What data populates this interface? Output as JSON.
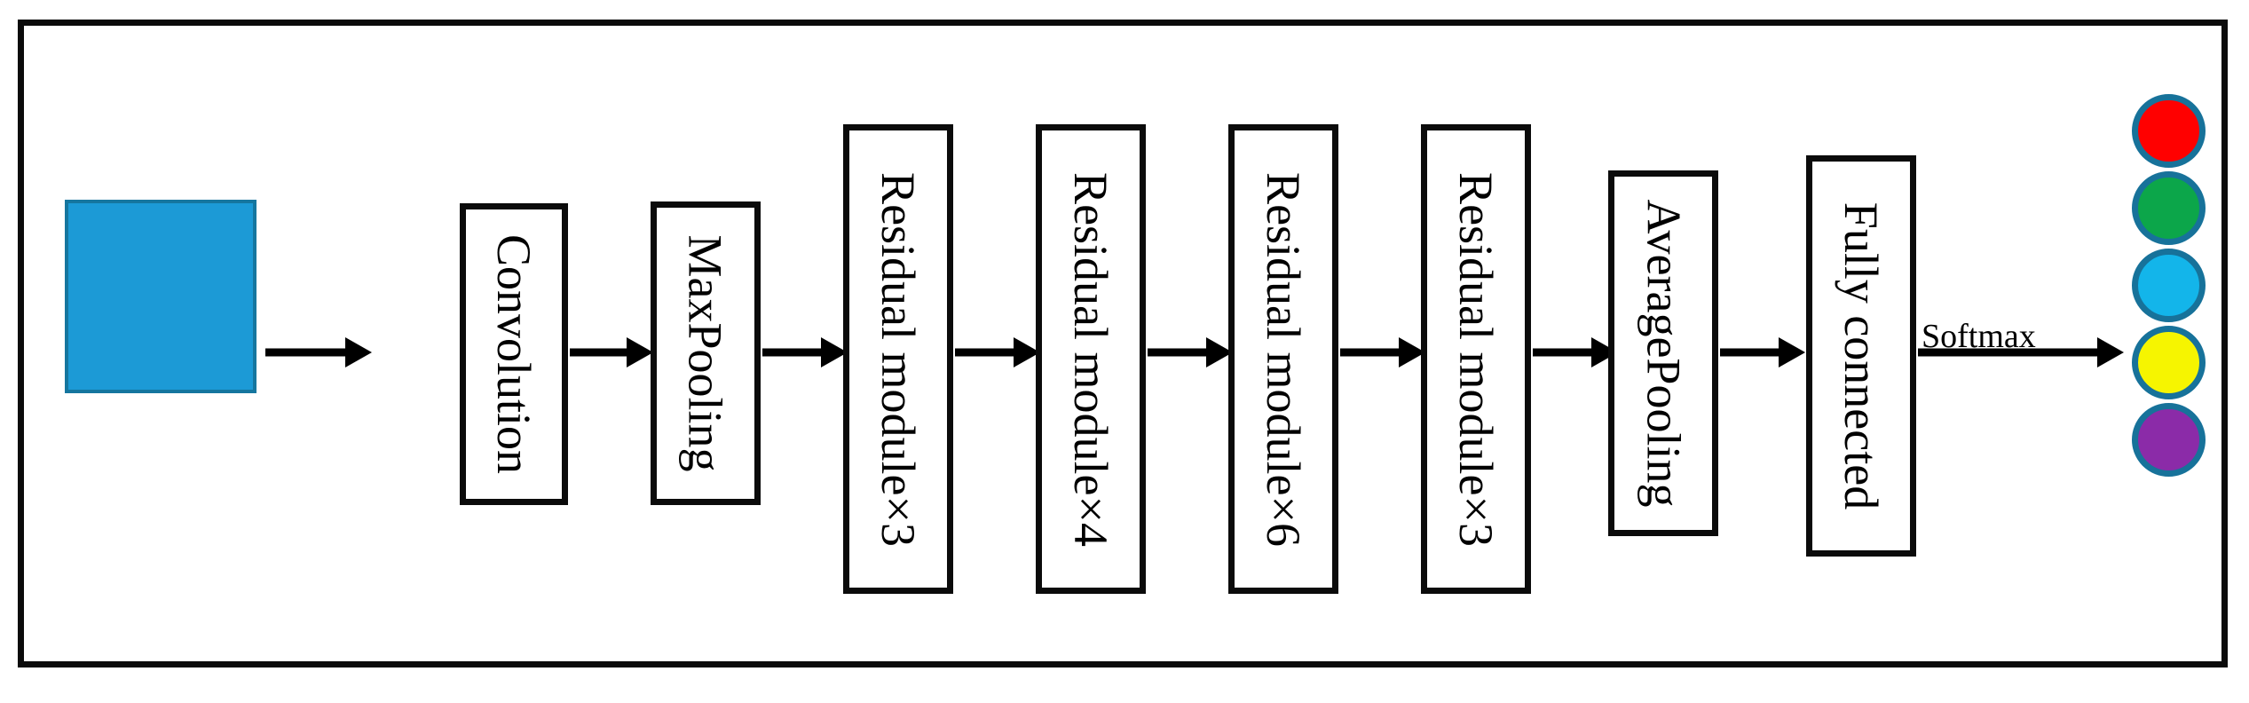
{
  "figure": {
    "type": "neural-network-architecture-flow-diagram",
    "frame": {
      "border_color": "#0b0b0b",
      "background": "#ffffff"
    }
  },
  "input": {
    "name": "input-image-placeholder",
    "fill_color": "#1C9AD6",
    "border_color": "#15769F"
  },
  "stages": [
    {
      "id": "convolution",
      "label": "Convolution"
    },
    {
      "id": "maxpooling",
      "label": "MaxPooling"
    },
    {
      "id": "residual-1",
      "label": "Residual module×3"
    },
    {
      "id": "residual-2",
      "label": "Residual module×4"
    },
    {
      "id": "residual-3",
      "label": "Residual module×6"
    },
    {
      "id": "residual-4",
      "label": "Residual module×3"
    },
    {
      "id": "averagepooling",
      "label": "AveragePooling"
    },
    {
      "id": "fully-connected",
      "label": "Fully connected"
    }
  ],
  "edges": {
    "softmax_label": "Softmax",
    "arrow_color": "#000000"
  },
  "output_classes": [
    {
      "id": "class-1",
      "fill": "#FF0000",
      "stroke": "#17729A"
    },
    {
      "id": "class-2",
      "fill": "#0CA64A",
      "stroke": "#17729A"
    },
    {
      "id": "class-3",
      "fill": "#13B5EA",
      "stroke": "#17729A"
    },
    {
      "id": "class-4",
      "fill": "#F6F500",
      "stroke": "#17729A"
    },
    {
      "id": "class-5",
      "fill": "#8B2BA8",
      "stroke": "#17729A"
    }
  ]
}
